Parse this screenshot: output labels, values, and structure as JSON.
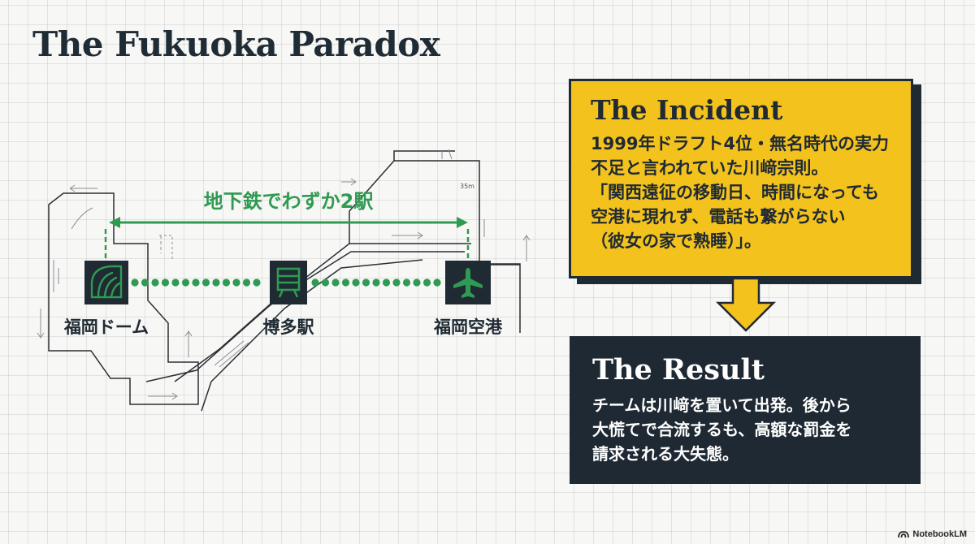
{
  "title": "The Fukuoka Paradox",
  "map": {
    "route_label": "地下鉄でわずか2駅",
    "scale_note": "35m",
    "stations": [
      {
        "name": "福岡ドーム",
        "icon": "dome-icon"
      },
      {
        "name": "博多駅",
        "icon": "train-station-icon"
      },
      {
        "name": "福岡空港",
        "icon": "airplane-icon"
      }
    ]
  },
  "incident": {
    "title": "The Incident",
    "body": "1999年ドラフト4位・無名時代の実力\n不足と言われていた川﨑宗則。\n「関西遠征の移動日、時間になっても\n空港に現れず、電話も繋がらない\n（彼女の家で熟睡）」。"
  },
  "result": {
    "title": "The Result",
    "body": "チームは川﨑を置いて出発。後から\n大慌てで合流するも、高額な罰金を\n請求される大失態。"
  },
  "watermark": "NotebookLM",
  "colors": {
    "route_green": "#2f9a52",
    "incident_yellow": "#f3c21d",
    "dark_navy": "#1f2a33"
  }
}
